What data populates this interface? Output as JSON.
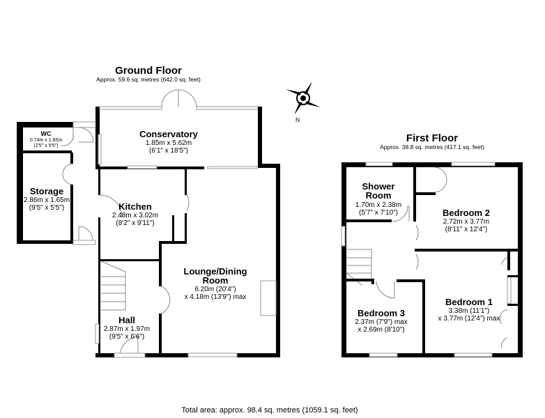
{
  "ground_floor": {
    "title": "Ground Floor",
    "area": "Approx. 59.6 sq. metres (642.0 sq. feet)",
    "rooms": [
      {
        "name": "Conservatory",
        "dims": [
          "1.85m x 5.62m",
          "(6'1\" x 18'5\")"
        ]
      },
      {
        "name": "WC",
        "dims": [
          "0.74m x 1.65m",
          "(2'5\" x 5'5\")"
        ]
      },
      {
        "name": "Storage",
        "dims": [
          "2.86m x 1.65m",
          "(9'5\" x 5'5\")"
        ]
      },
      {
        "name": "Kitchen",
        "dims": [
          "2.48m x 3.02m",
          "(8'2\" x 9'11\")"
        ]
      },
      {
        "name_lines": [
          "Lounge/Dining",
          "Room"
        ],
        "dims": [
          "6.20m (20'4\")",
          "x 4.18m (13'9\") max"
        ]
      },
      {
        "name": "Hall",
        "dims": [
          "2.87m x 1.97m",
          "(9'5\" x 6'6\")"
        ]
      }
    ]
  },
  "first_floor": {
    "title": "First Floor",
    "area": "Approx. 38.8 sq. metres (417.1 sq. feet)",
    "rooms": [
      {
        "name_lines": [
          "Shower",
          "Room"
        ],
        "dims": [
          "1.70m x 2.38m",
          "(5'7\" x 7'10\")"
        ]
      },
      {
        "name": "Bedroom 2",
        "dims": [
          "2.72m x 3.77m",
          "(8'11\" x 12'4\")"
        ]
      },
      {
        "name": "Bedroom 1",
        "dims": [
          "3.38m (11'1\")",
          "x 3.77m (12'4\") max"
        ]
      },
      {
        "name": "Bedroom 3",
        "dims": [
          "2.37m (7'9\") max",
          "x 2.69m (8'10\")"
        ]
      }
    ]
  },
  "compass": {
    "label": "N"
  },
  "total_area": "Total area: approx. 98.4 sq. metres (1059.1 sq. feet)"
}
